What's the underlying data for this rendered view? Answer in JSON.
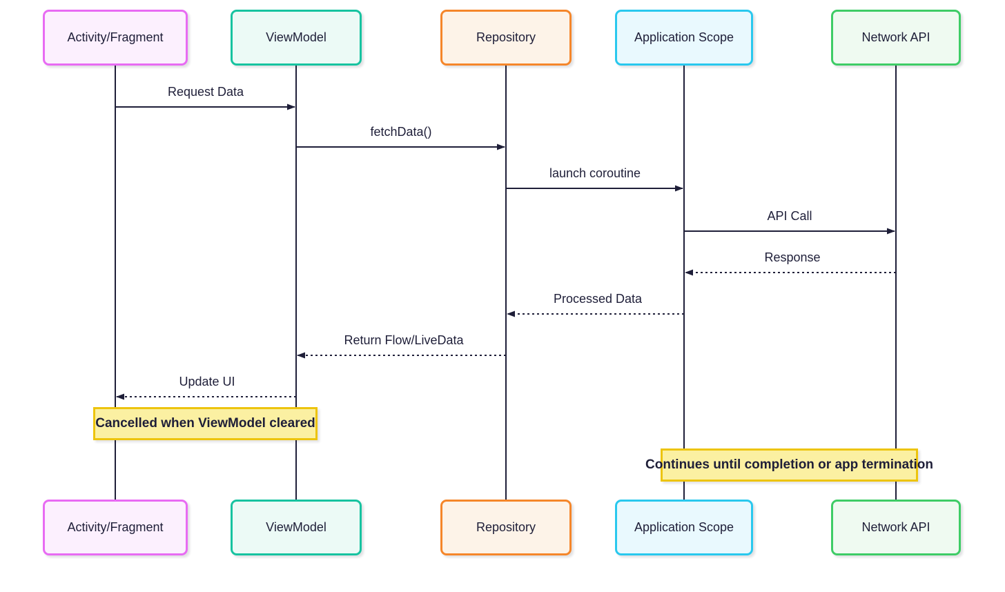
{
  "diagram": {
    "type": "sequence-diagram",
    "background": "#ffffff",
    "line_color": "#1e1e38",
    "text_color": "#1e1e38"
  },
  "actors": [
    {
      "id": "activity",
      "label": "Activity/Fragment",
      "border_color": "#e86bf3",
      "fill_color": "#fcf0fe"
    },
    {
      "id": "viewmodel",
      "label": "ViewModel",
      "border_color": "#17c3a0",
      "fill_color": "#ecfaf6"
    },
    {
      "id": "repository",
      "label": "Repository",
      "border_color": "#f5862a",
      "fill_color": "#fdf3e8"
    },
    {
      "id": "appscope",
      "label": "Application Scope",
      "border_color": "#29c8ee",
      "fill_color": "#e9f9fe"
    },
    {
      "id": "network",
      "label": "Network API",
      "border_color": "#3ecc66",
      "fill_color": "#effaf1"
    }
  ],
  "messages": [
    {
      "label": "Request Data",
      "from": "Activity/Fragment",
      "to": "ViewModel",
      "line": "solid"
    },
    {
      "label": "fetchData()",
      "from": "ViewModel",
      "to": "Repository",
      "line": "solid"
    },
    {
      "label": "launch coroutine",
      "from": "Repository",
      "to": "Application Scope",
      "line": "solid"
    },
    {
      "label": "API Call",
      "from": "Application Scope",
      "to": "Network API",
      "line": "solid"
    },
    {
      "label": "Response",
      "from": "Network API",
      "to": "Application Scope",
      "line": "dotted"
    },
    {
      "label": "Processed Data",
      "from": "Application Scope",
      "to": "Repository",
      "line": "dotted"
    },
    {
      "label": "Return Flow/LiveData",
      "from": "Repository",
      "to": "ViewModel",
      "line": "dotted"
    },
    {
      "label": "Update UI",
      "from": "ViewModel",
      "to": "Activity/Fragment",
      "line": "dotted"
    }
  ],
  "notes": [
    {
      "label": "Cancelled when ViewModel cleared",
      "over": "Activity/Fragment, ViewModel",
      "fill": "#fbf0a2",
      "border": "#edc40d"
    },
    {
      "label": "Continues until completion or app termination",
      "over": "Application Scope, Network API",
      "fill": "#fbf0a2",
      "border": "#edc40d"
    }
  ]
}
